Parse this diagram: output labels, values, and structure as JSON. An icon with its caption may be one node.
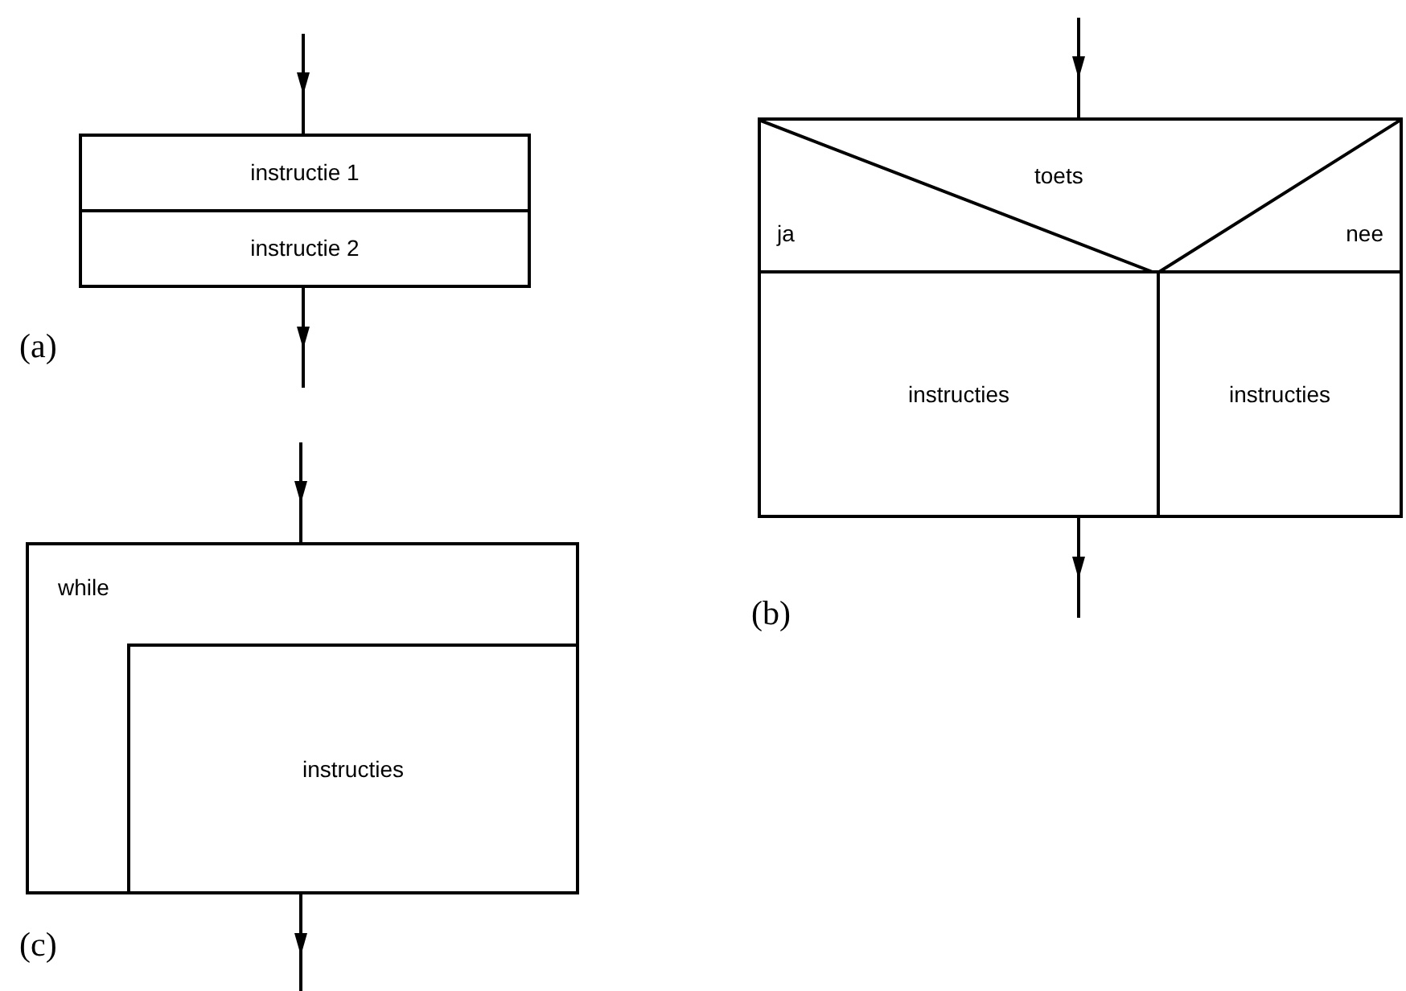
{
  "diagram": {
    "nodes": [
      {
        "text": [],
        "shape": "box"
      },
      {
        "text": [
          "instructie 1"
        ],
        "in": 0
      },
      {
        "text": [
          "instructie 2"
        ],
        "in": 0
      },
      {
        "text": [],
        "shape": "box"
      },
      {
        "text": [
          "toets",
          "ja",
          "nee"
        ],
        "in": 3
      },
      {
        "text": [
          "instructies"
        ],
        "in": 3
      },
      {
        "text": [
          "instructies"
        ],
        "in": 3
      },
      {
        "text": [
          "while"
        ]
      },
      {
        "text": [
          "instructies"
        ],
        "in": 7
      }
    ],
    "edges": [
      {
        "from": null,
        "to": 0,
        "arrow": "to"
      },
      {
        "from": 0,
        "to": null,
        "arrow": "to"
      },
      {
        "from": null,
        "to": 3,
        "arrow": "to"
      },
      {
        "from": 3,
        "to": null,
        "arrow": "to"
      },
      {
        "from": null,
        "to": 7,
        "arrow": "to"
      },
      {
        "from": 7,
        "to": null,
        "arrow": "to"
      }
    ],
    "labels": [
      "(a)",
      "(b)",
      "(c)"
    ]
  }
}
